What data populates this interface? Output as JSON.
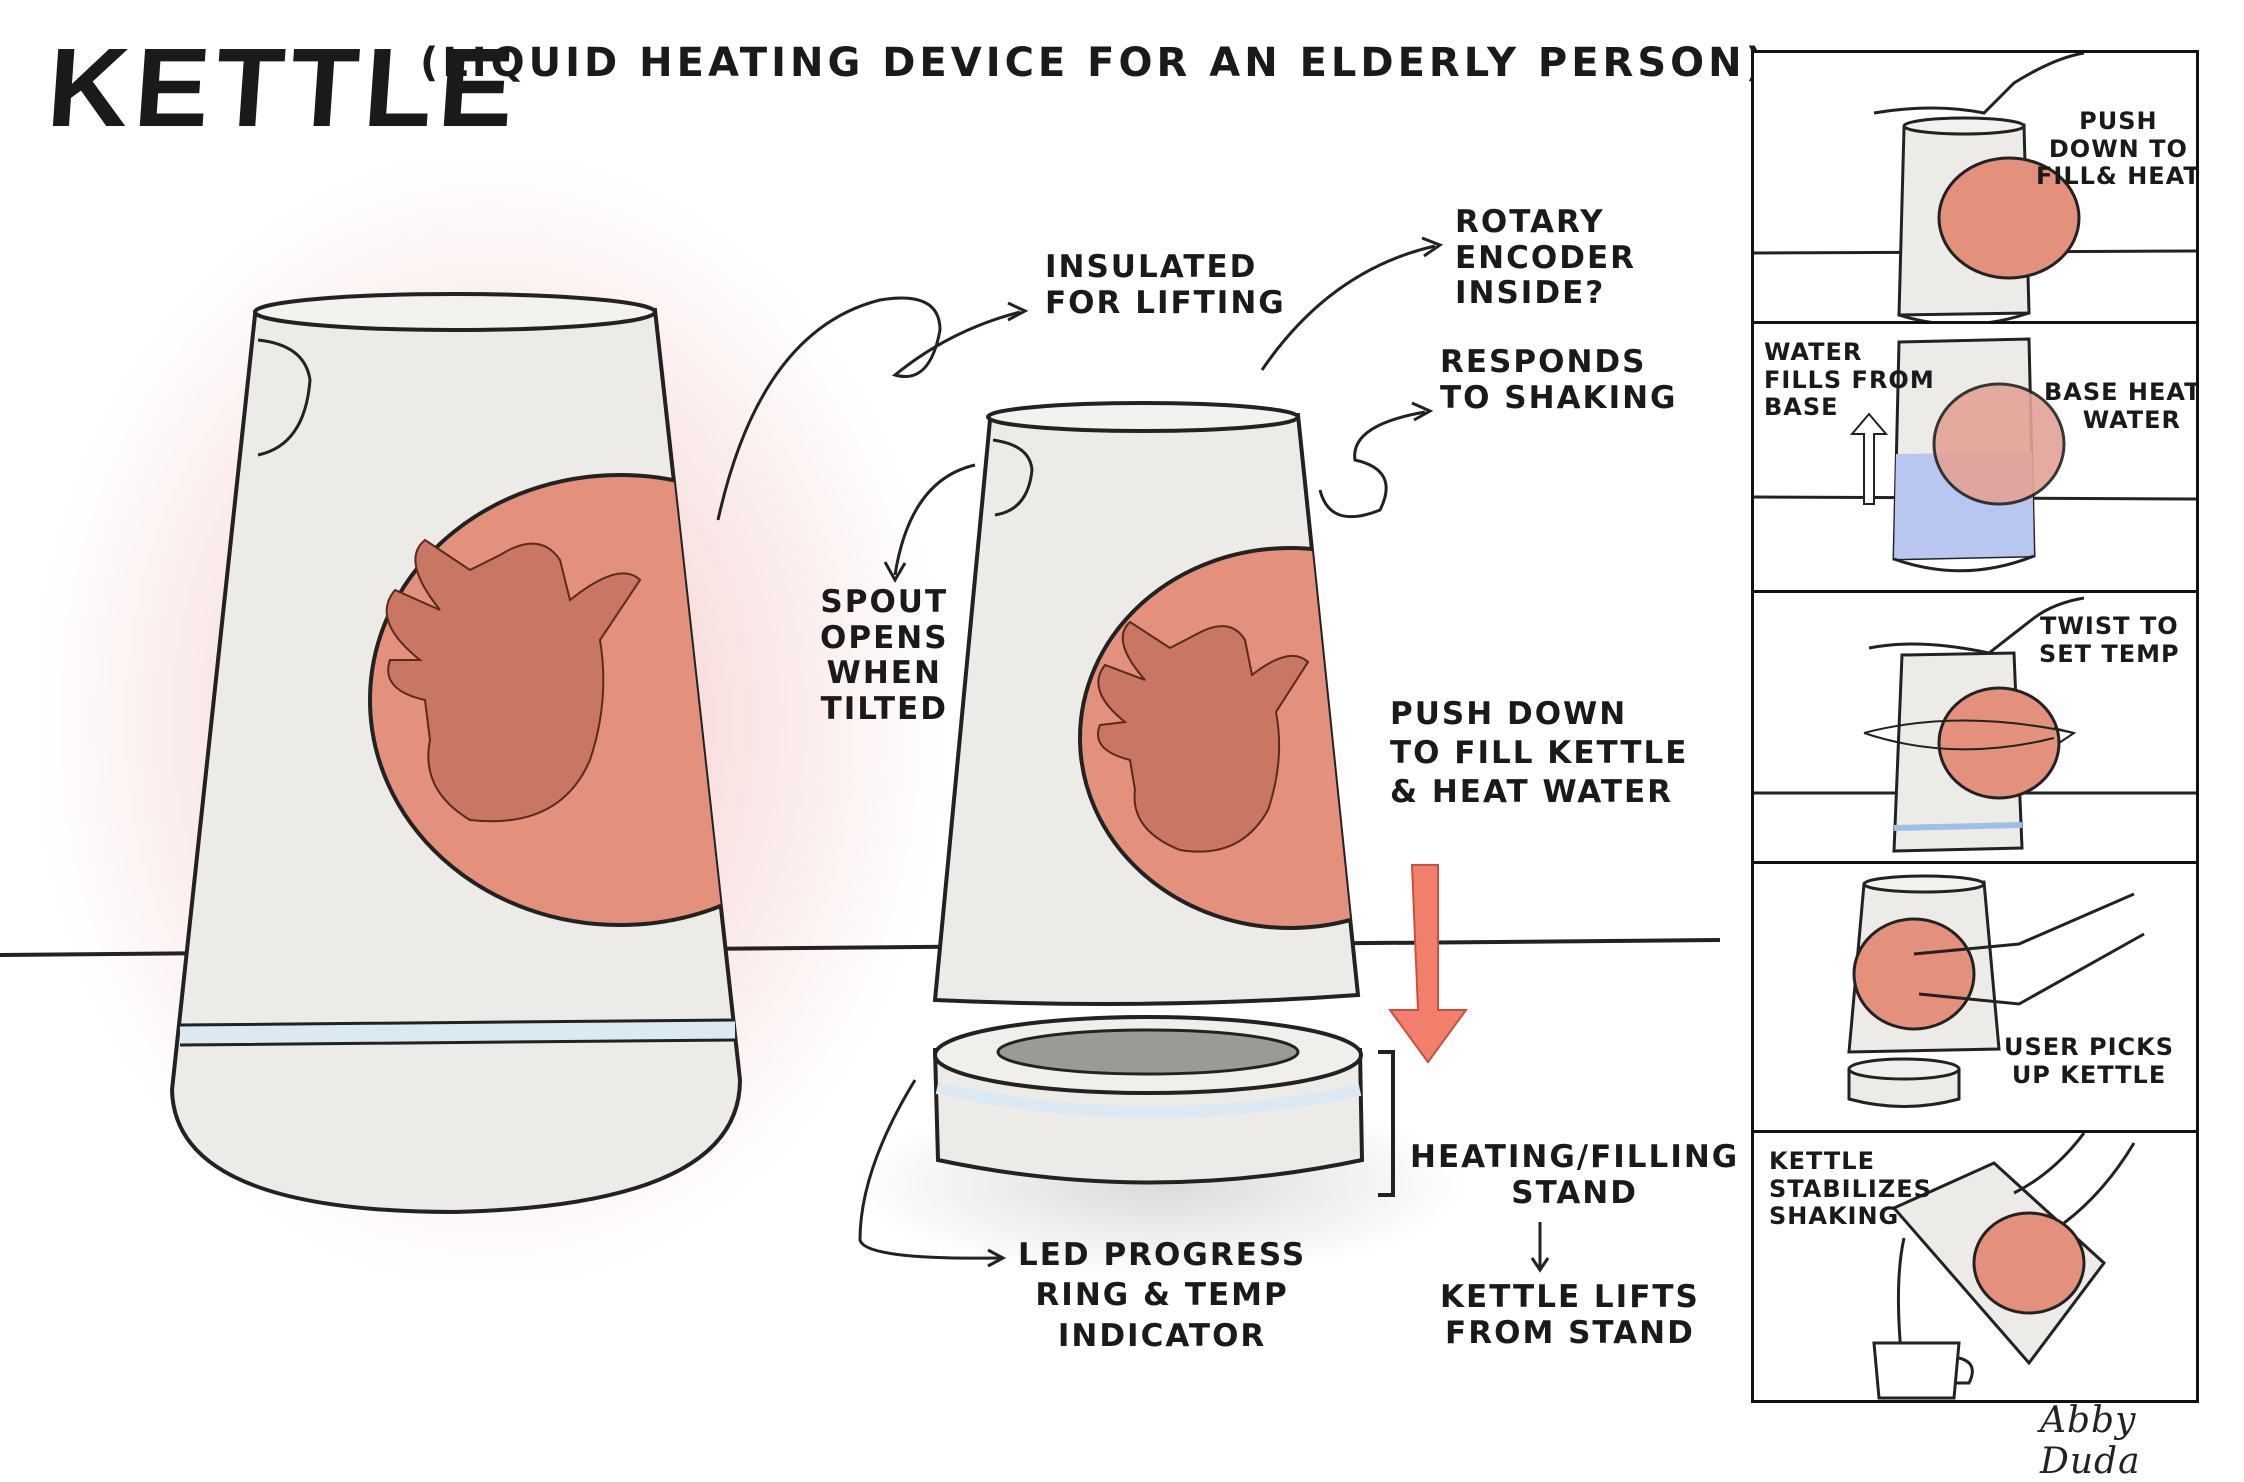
{
  "title": "KETTLE",
  "subtitle": "(LIQUID HEATING DEVICE FOR AN ELDERLY PERSON)",
  "labels": {
    "insulated": "INSULATED\nFOR LIFTING",
    "rotary": "ROTARY\nENCODER\nINSIDE?",
    "responds": "RESPONDS\nTO SHAKING",
    "spout": "SPOUT\nOPENS\nWHEN\nTILTED",
    "push_down": "PUSH DOWN\nTO FILL KETTLE\n& HEAT WATER",
    "stand": "HEATING/FILLING\nSTAND",
    "lifts": "KETTLE LIFTS\nFROM STAND",
    "led": "LED PROGRESS\nRING & TEMP\nINDICATOR"
  },
  "storyboard": [
    {
      "caption": "PUSH\nDOWN TO\nFILL& HEAT"
    },
    {
      "caption_left": "WATER\nFILLS FROM\nBASE",
      "caption_right": "BASE HEATS\nWATER"
    },
    {
      "caption": "TWIST TO\nSET TEMP"
    },
    {
      "caption": "USER PICKS\nUP KETTLE"
    },
    {
      "caption": "KETTLE\nSTABILIZES\nSHAKING"
    }
  ],
  "signature": "Abby Duda",
  "colors": {
    "body": "#ecebe7",
    "grip": "#e3907c",
    "hand": "#c97762",
    "led": "#dbe9f3",
    "arrow": "#f27f6c",
    "water": "#b9c6f0",
    "outline": "#222222"
  }
}
